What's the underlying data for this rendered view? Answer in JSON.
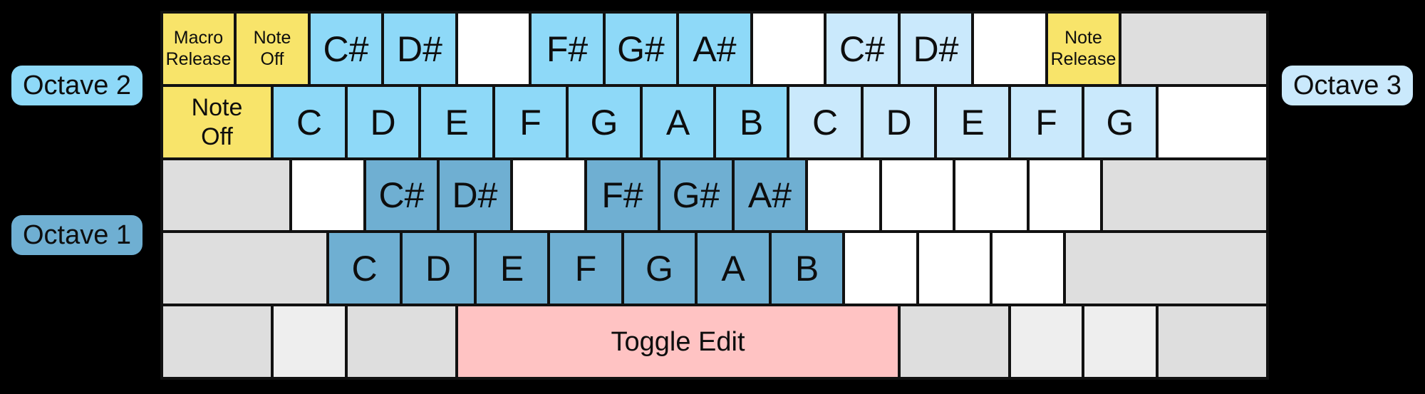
{
  "labels": {
    "octave2": "Octave 2",
    "octave1": "Octave 1",
    "octave3": "Octave 3"
  },
  "colors": {
    "background": "#000000",
    "key_border": "#111111",
    "yellow": "#F8E46A",
    "octave1": "#6FAFD2",
    "octave2": "#8ED9F8",
    "octave3": "#CAE9FC",
    "pink": "#FFC3C3",
    "gray": "#DEDEDE",
    "gray_light": "#EEEEEE",
    "white": "#FFFFFF"
  },
  "keyboard": {
    "units_per_row": 15,
    "rows": [
      {
        "keys": [
          {
            "label": "Macro\nRelease",
            "units": 1,
            "color": "yellow",
            "size": "sm",
            "name": "key-macro-release"
          },
          {
            "label": "Note\nOff",
            "units": 1,
            "color": "yellow",
            "size": "sm",
            "name": "key-note-off"
          },
          {
            "label": "C#",
            "units": 1,
            "color": "octave2",
            "size": "note",
            "name": "key-csharp-octave2"
          },
          {
            "label": "D#",
            "units": 1,
            "color": "octave2",
            "size": "note",
            "name": "key-dsharp-octave2"
          },
          {
            "label": "",
            "units": 1,
            "color": "white",
            "size": "note",
            "name": "key-blank"
          },
          {
            "label": "F#",
            "units": 1,
            "color": "octave2",
            "size": "note",
            "name": "key-fsharp-octave2"
          },
          {
            "label": "G#",
            "units": 1,
            "color": "octave2",
            "size": "note",
            "name": "key-gsharp-octave2"
          },
          {
            "label": "A#",
            "units": 1,
            "color": "octave2",
            "size": "note",
            "name": "key-asharp-octave2"
          },
          {
            "label": "",
            "units": 1,
            "color": "white",
            "size": "note",
            "name": "key-blank"
          },
          {
            "label": "C#",
            "units": 1,
            "color": "octave3",
            "size": "note",
            "name": "key-csharp-octave3"
          },
          {
            "label": "D#",
            "units": 1,
            "color": "octave3",
            "size": "note",
            "name": "key-dsharp-octave3"
          },
          {
            "label": "",
            "units": 1,
            "color": "white",
            "size": "note",
            "name": "key-blank"
          },
          {
            "label": "Note\nRelease",
            "units": 1,
            "color": "yellow",
            "size": "sm",
            "name": "key-note-release"
          },
          {
            "label": "",
            "units": 2,
            "color": "gray",
            "size": "note",
            "name": "key-backspace"
          }
        ]
      },
      {
        "keys": [
          {
            "label": "Note\nOff",
            "units": 1.5,
            "color": "yellow",
            "size": "md",
            "name": "key-note-off-tab"
          },
          {
            "label": "C",
            "units": 1,
            "color": "octave2",
            "size": "note",
            "name": "key-c-octave2"
          },
          {
            "label": "D",
            "units": 1,
            "color": "octave2",
            "size": "note",
            "name": "key-d-octave2"
          },
          {
            "label": "E",
            "units": 1,
            "color": "octave2",
            "size": "note",
            "name": "key-e-octave2"
          },
          {
            "label": "F",
            "units": 1,
            "color": "octave2",
            "size": "note",
            "name": "key-f-octave2"
          },
          {
            "label": "G",
            "units": 1,
            "color": "octave2",
            "size": "note",
            "name": "key-g-octave2"
          },
          {
            "label": "A",
            "units": 1,
            "color": "octave2",
            "size": "note",
            "name": "key-a-octave2"
          },
          {
            "label": "B",
            "units": 1,
            "color": "octave2",
            "size": "note",
            "name": "key-b-octave2"
          },
          {
            "label": "C",
            "units": 1,
            "color": "octave3",
            "size": "note",
            "name": "key-c-octave3"
          },
          {
            "label": "D",
            "units": 1,
            "color": "octave3",
            "size": "note",
            "name": "key-d-octave3"
          },
          {
            "label": "E",
            "units": 1,
            "color": "octave3",
            "size": "note",
            "name": "key-e-octave3"
          },
          {
            "label": "F",
            "units": 1,
            "color": "octave3",
            "size": "note",
            "name": "key-f-octave3"
          },
          {
            "label": "G",
            "units": 1,
            "color": "octave3",
            "size": "note",
            "name": "key-g-octave3"
          },
          {
            "label": "",
            "units": 1.5,
            "color": "white",
            "size": "note",
            "name": "key-blank"
          }
        ]
      },
      {
        "keys": [
          {
            "label": "",
            "units": 1.75,
            "color": "gray",
            "size": "note",
            "name": "key-caps-lock"
          },
          {
            "label": "",
            "units": 1,
            "color": "white",
            "size": "note",
            "name": "key-blank"
          },
          {
            "label": "C#",
            "units": 1,
            "color": "octave1",
            "size": "note",
            "name": "key-csharp-octave1"
          },
          {
            "label": "D#",
            "units": 1,
            "color": "octave1",
            "size": "note",
            "name": "key-dsharp-octave1"
          },
          {
            "label": "",
            "units": 1,
            "color": "white",
            "size": "note",
            "name": "key-blank"
          },
          {
            "label": "F#",
            "units": 1,
            "color": "octave1",
            "size": "note",
            "name": "key-fsharp-octave1"
          },
          {
            "label": "G#",
            "units": 1,
            "color": "octave1",
            "size": "note",
            "name": "key-gsharp-octave1"
          },
          {
            "label": "A#",
            "units": 1,
            "color": "octave1",
            "size": "note",
            "name": "key-asharp-octave1"
          },
          {
            "label": "",
            "units": 1,
            "color": "white",
            "size": "note",
            "name": "key-blank"
          },
          {
            "label": "",
            "units": 1,
            "color": "white",
            "size": "note",
            "name": "key-blank"
          },
          {
            "label": "",
            "units": 1,
            "color": "white",
            "size": "note",
            "name": "key-blank"
          },
          {
            "label": "",
            "units": 1,
            "color": "white",
            "size": "note",
            "name": "key-blank"
          },
          {
            "label": "",
            "units": 2.25,
            "color": "gray",
            "size": "note",
            "name": "key-enter"
          }
        ]
      },
      {
        "keys": [
          {
            "label": "",
            "units": 2.25,
            "color": "gray",
            "size": "note",
            "name": "key-shift-left"
          },
          {
            "label": "C",
            "units": 1,
            "color": "octave1",
            "size": "note",
            "name": "key-c-octave1"
          },
          {
            "label": "D",
            "units": 1,
            "color": "octave1",
            "size": "note",
            "name": "key-d-octave1"
          },
          {
            "label": "E",
            "units": 1,
            "color": "octave1",
            "size": "note",
            "name": "key-e-octave1"
          },
          {
            "label": "F",
            "units": 1,
            "color": "octave1",
            "size": "note",
            "name": "key-f-octave1"
          },
          {
            "label": "G",
            "units": 1,
            "color": "octave1",
            "size": "note",
            "name": "key-g-octave1"
          },
          {
            "label": "A",
            "units": 1,
            "color": "octave1",
            "size": "note",
            "name": "key-a-octave1"
          },
          {
            "label": "B",
            "units": 1,
            "color": "octave1",
            "size": "note",
            "name": "key-b-octave1"
          },
          {
            "label": "",
            "units": 1,
            "color": "white",
            "size": "note",
            "name": "key-blank"
          },
          {
            "label": "",
            "units": 1,
            "color": "white",
            "size": "note",
            "name": "key-blank"
          },
          {
            "label": "",
            "units": 1,
            "color": "white",
            "size": "note",
            "name": "key-blank"
          },
          {
            "label": "",
            "units": 2.75,
            "color": "gray",
            "size": "note",
            "name": "key-shift-right"
          }
        ]
      },
      {
        "keys": [
          {
            "label": "",
            "units": 1.5,
            "color": "gray",
            "size": "note",
            "name": "key-ctrl-left"
          },
          {
            "label": "",
            "units": 1,
            "color": "gray_light",
            "size": "note",
            "name": "key-win-left"
          },
          {
            "label": "",
            "units": 1.5,
            "color": "gray",
            "size": "note",
            "name": "key-alt-left"
          },
          {
            "label": "Toggle Edit",
            "units": 6,
            "color": "pink",
            "size": "space",
            "name": "key-space-toggle-edit"
          },
          {
            "label": "",
            "units": 1.5,
            "color": "gray",
            "size": "note",
            "name": "key-alt-right"
          },
          {
            "label": "",
            "units": 1,
            "color": "gray_light",
            "size": "note",
            "name": "key-win-right"
          },
          {
            "label": "",
            "units": 1,
            "color": "gray_light",
            "size": "note",
            "name": "key-menu"
          },
          {
            "label": "",
            "units": 1.5,
            "color": "gray",
            "size": "note",
            "name": "key-ctrl-right"
          }
        ]
      }
    ]
  }
}
